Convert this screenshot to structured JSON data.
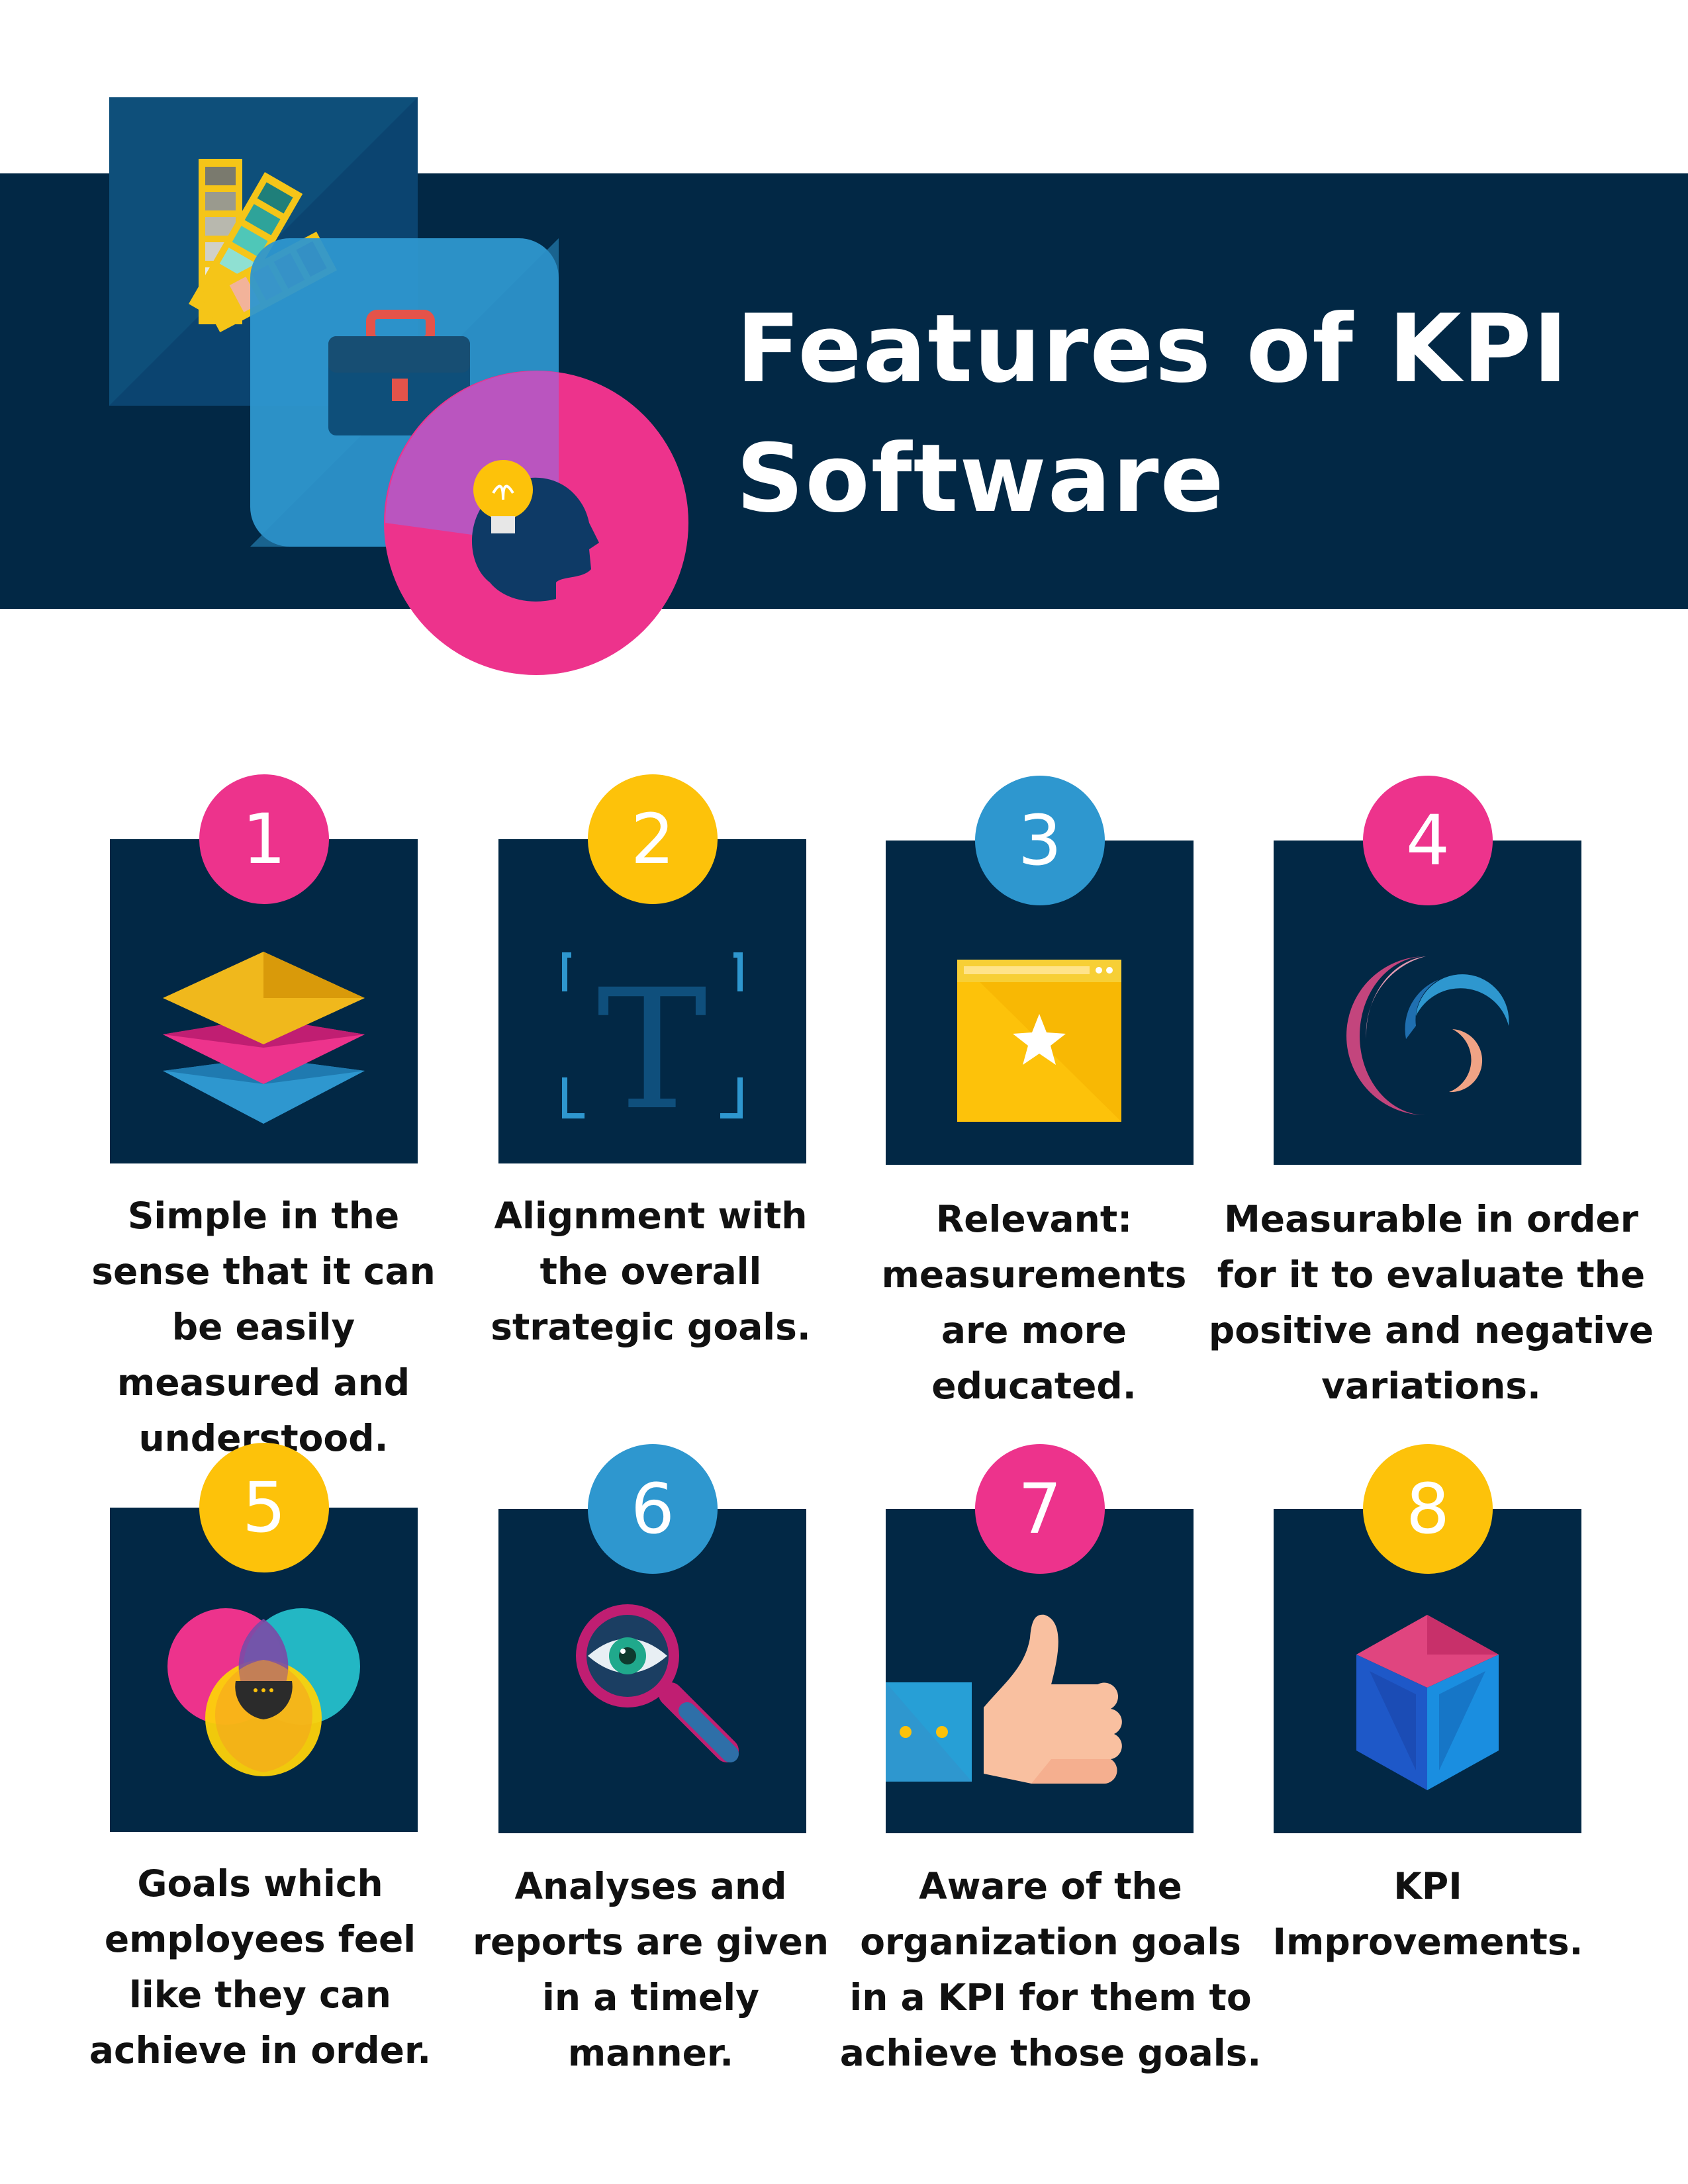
{
  "header": {
    "title_line1": "Features of KPI",
    "title_line2": "Software"
  },
  "colors": {
    "navy": "#022845",
    "pink": "#ED338C",
    "yellow": "#FDC20A",
    "blue": "#2E97CF",
    "white": "#FFFFFF"
  },
  "features": [
    {
      "number": "1",
      "badge_color": "pink",
      "icon": "layers-icon",
      "text": "Simple in the sense that it can be easily measured and understood."
    },
    {
      "number": "2",
      "badge_color": "yellow",
      "icon": "text-frame-icon",
      "text": "Alignment with the overall strategic goals."
    },
    {
      "number": "3",
      "badge_color": "blue",
      "icon": "browser-star-icon",
      "text": "Relevant: measurements are more educated."
    },
    {
      "number": "4",
      "badge_color": "pink",
      "icon": "crescent-swirl-icon",
      "text": "Measurable in order for it to evaluate the positive and negative variations."
    },
    {
      "number": "5",
      "badge_color": "yellow",
      "icon": "venn-diagram-icon",
      "text": "Goals which employees feel like they can achieve in order."
    },
    {
      "number": "6",
      "badge_color": "blue",
      "icon": "magnifier-eye-icon",
      "text": "Analyses and reports are given in a timely manner."
    },
    {
      "number": "7",
      "badge_color": "pink",
      "icon": "thumbs-up-icon",
      "text": "Aware of the organization goals in a KPI for them to achieve those goals."
    },
    {
      "number": "8",
      "badge_color": "yellow",
      "icon": "cube-icon",
      "text": "KPI Improvements."
    }
  ]
}
